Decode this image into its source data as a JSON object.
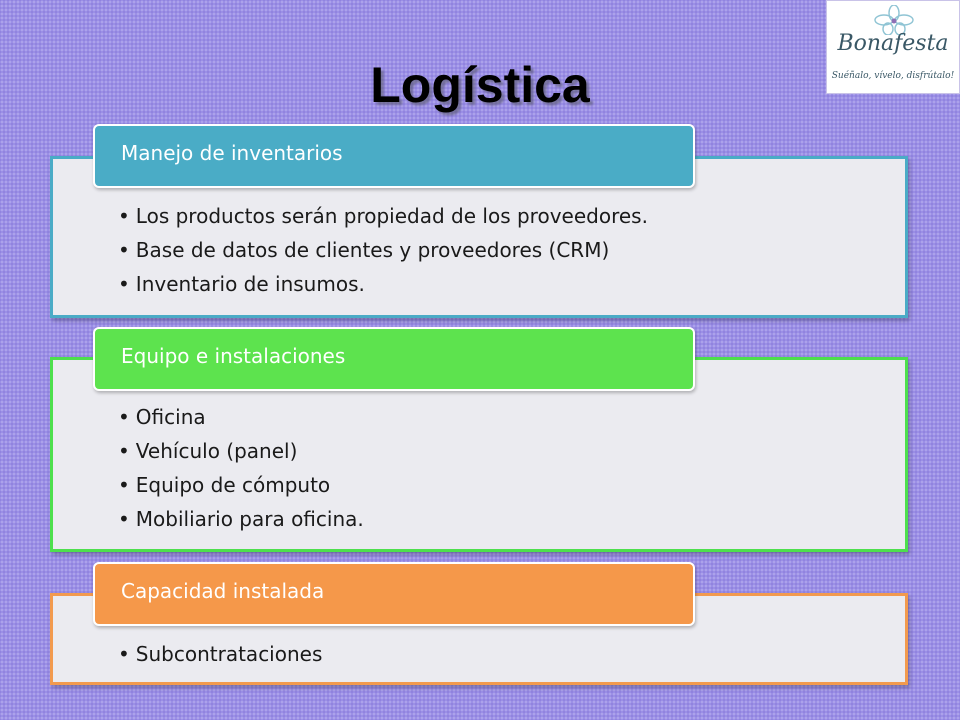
{
  "title": "Logística",
  "logo": {
    "name": "Bonafesta",
    "tagline": "Suéñalo, vívelo, disfrútalo!"
  },
  "sections": [
    {
      "header": "Manejo de inventarios",
      "color": "#4aacc6",
      "items": [
        "Los productos serán propiedad de los proveedores.",
        "Base de datos de clientes y proveedores (CRM)",
        "Inventario de insumos."
      ]
    },
    {
      "header": "Equipo e instalaciones",
      "color": "#5de34e",
      "items": [
        "Oficina",
        "Vehículo (panel)",
        "Equipo de cómputo",
        "Mobiliario para oficina."
      ]
    },
    {
      "header": "Capacidad instalada",
      "color": "#f5984a",
      "items": [
        "Subcontrataciones"
      ]
    }
  ],
  "background_color": "#9b8fe6",
  "icons": [
    "flower-icon"
  ]
}
